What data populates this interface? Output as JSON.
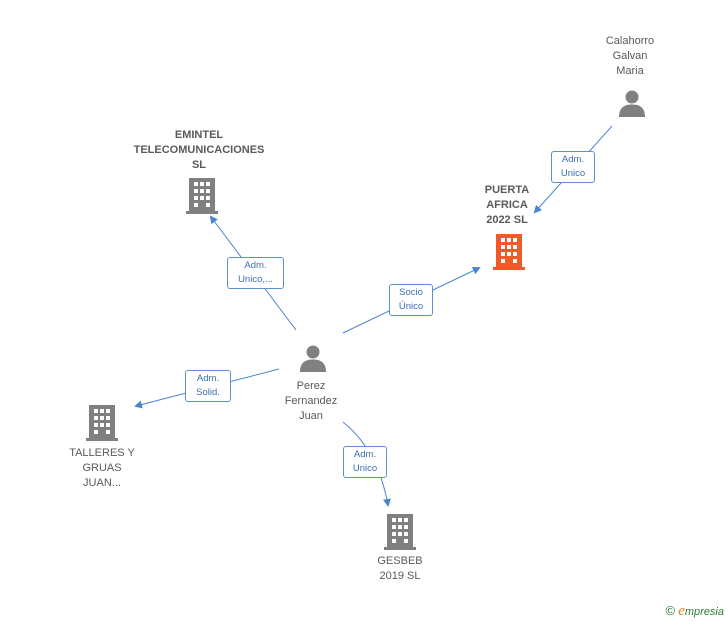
{
  "colors": {
    "edge": "#4a86cf",
    "icon_gray": "#808080",
    "icon_focus": "#f05a28"
  },
  "nodes": {
    "calahorro": {
      "label": "Calahorro\nGalvan\nMaria",
      "icon": "person-icon"
    },
    "puerta": {
      "label": "PUERTA\nAFRICA\n2022  SL",
      "icon": "building-icon"
    },
    "emintel": {
      "label": "EMINTEL\nTELECOMUNICACIONES\nSL",
      "icon": "building-icon"
    },
    "perez": {
      "label": "Perez\nFernandez\nJuan",
      "icon": "person-icon"
    },
    "talleres": {
      "label": "TALLERES Y\nGRUAS\nJUAN...",
      "icon": "building-icon"
    },
    "gesbeb": {
      "label": "GESBEB\n2019  SL",
      "icon": "building-icon"
    }
  },
  "edges": {
    "calahorro_puerta": "Adm.\nUnico",
    "perez_emintel": "Adm.\nUnico,...",
    "perez_puerta": "Socio\nÚnico",
    "perez_talleres": "Adm.\nSolid.",
    "perez_gesbeb": "Adm.\nUnico"
  },
  "brand": {
    "copyright": "©",
    "initial": "e",
    "rest": "mpresia"
  }
}
